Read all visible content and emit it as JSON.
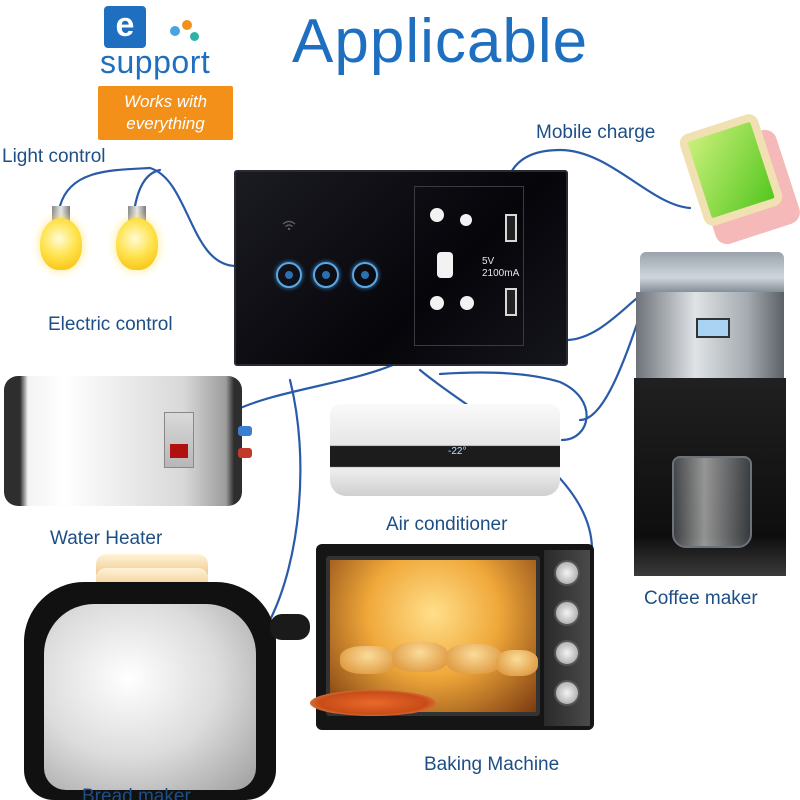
{
  "logo": {
    "letter": "e",
    "wordmark": "support",
    "badge_line1": "Works with",
    "badge_line2": "everything"
  },
  "headline": "Applicable",
  "switch_panel": {
    "usb_voltage": "5V",
    "usb_current": "2100mA"
  },
  "labels": {
    "light_control": "Light control",
    "electric_control": "Electric control",
    "mobile_charge": "Mobile charge",
    "water_heater": "Water Heater",
    "air_conditioner": "Air conditioner",
    "coffee_maker": "Coffee maker",
    "baking_machine": "Baking Machine",
    "bread_maker": "Bread maker"
  },
  "ac_display": "-22°",
  "colors": {
    "brand_blue": "#1f6fc0",
    "label_blue": "#1d4f86",
    "badge_orange": "#f39019",
    "wire_blue": "#2a5ba8"
  }
}
